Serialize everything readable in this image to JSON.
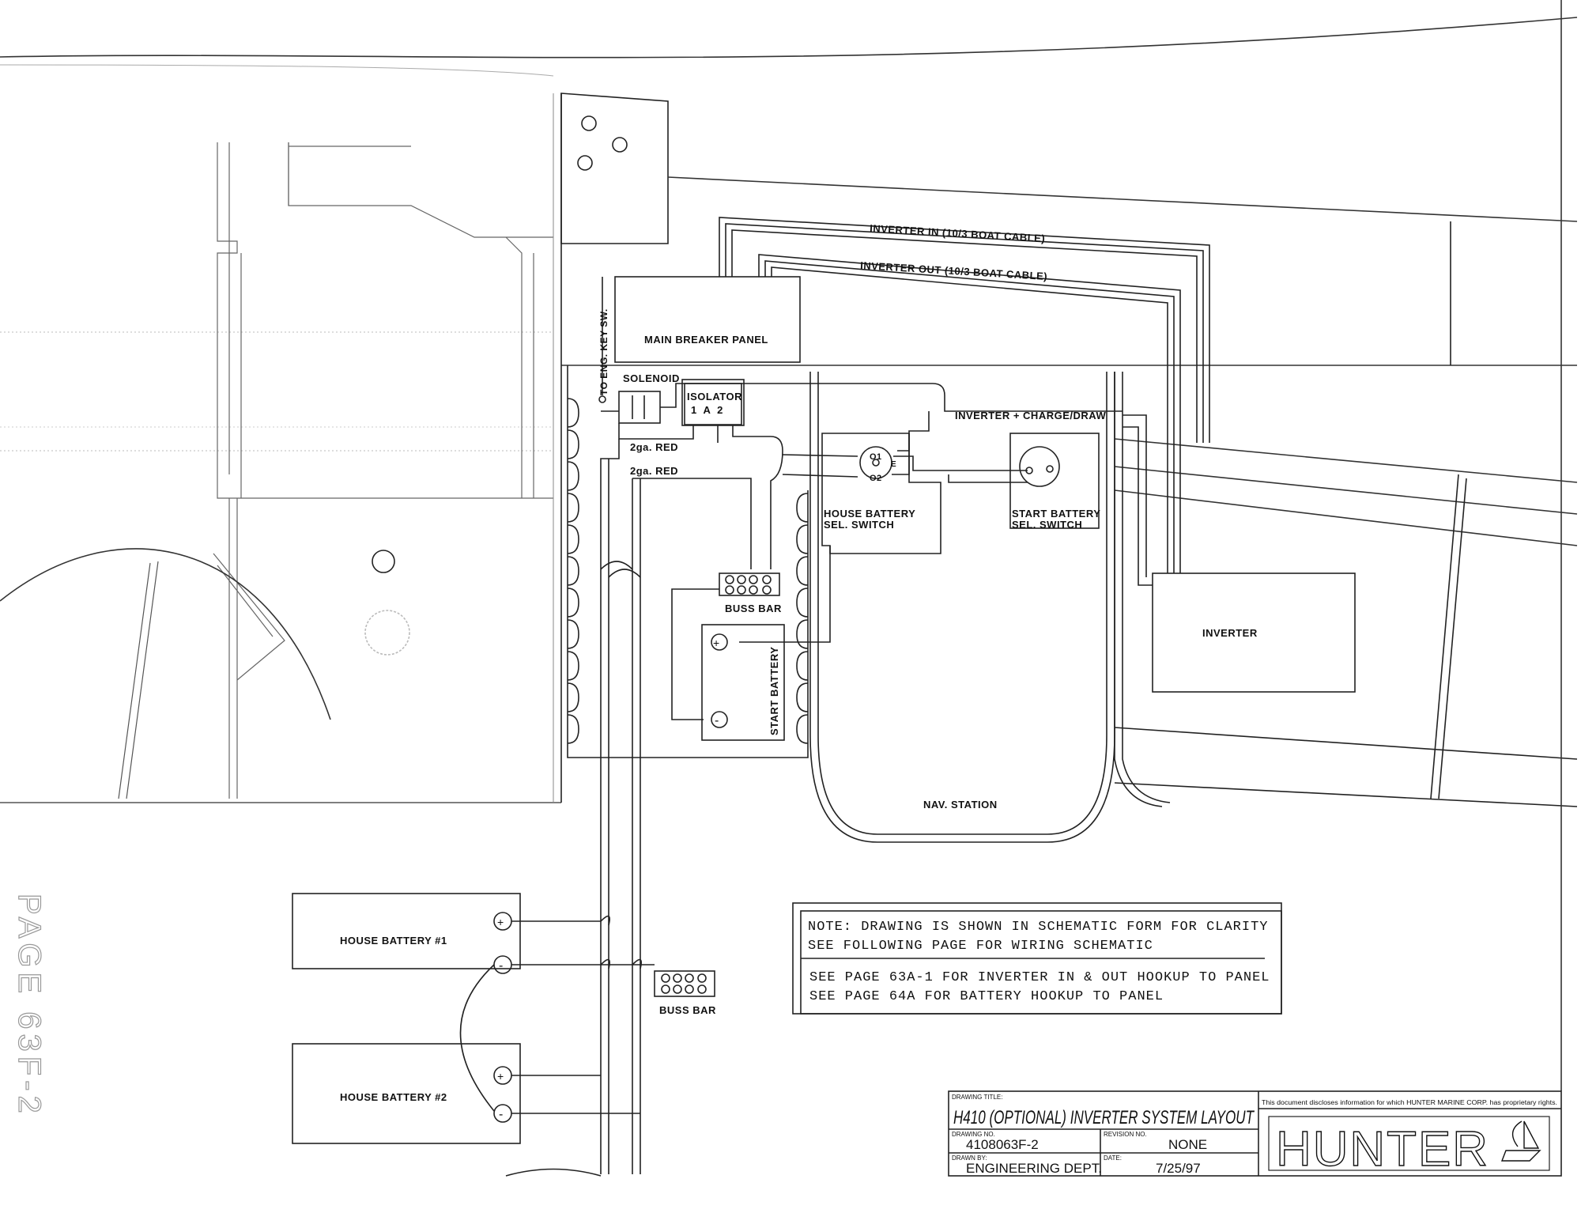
{
  "labels": {
    "inverter_in": "INVERTER IN (10/3 BOAT CABLE)",
    "inverter_out": "INVERTER OUT (10/3 BOAT CABLE)",
    "eng_key_sw": "TO ENG. KEY SW.",
    "main_breaker_panel": "MAIN BREAKER PANEL",
    "solenoid": "SOLENOID",
    "isolator": "ISOLATOR",
    "isolator_terminals": "1  A  2",
    "red_wire_1": "2ga. RED",
    "red_wire_2": "2ga. RED",
    "inverter_charge": "INVERTER + CHARGE/DRAW",
    "house_switch_line1": "HOUSE BATTERY",
    "house_switch_line2": "SEL. SWITCH",
    "start_switch_line1": "START BATTERY",
    "start_switch_line2": "SEL. SWITCH",
    "switch_pos_1": "O1",
    "switch_pos_2": "O2",
    "switch_pos_e": "E",
    "buss_bar_upper": "BUSS BAR",
    "buss_bar_lower": "BUSS BAR",
    "start_battery": "START BATTERY",
    "inverter": "INVERTER",
    "nav_station": "NAV. STATION",
    "house_battery_1": "HOUSE BATTERY #1",
    "house_battery_2": "HOUSE BATTERY #2",
    "plus": "⊕",
    "minus": "⊖"
  },
  "note": {
    "line1": "NOTE: DRAWING IS SHOWN IN SCHEMATIC FORM FOR CLARITY",
    "line2": "SEE FOLLOWING PAGE FOR WIRING SCHEMATIC",
    "line3": "SEE PAGE 63A-1 FOR INVERTER IN & OUT HOOKUP TO PANEL",
    "line4": "SEE PAGE 64A FOR BATTERY HOOKUP TO PANEL"
  },
  "title_block": {
    "drawing_title_label": "DRAWING TITLE:",
    "drawing_title": "H410 (OPTIONAL) INVERTER SYSTEM LAYOUT",
    "drawing_no_label": "DRAWING NO.",
    "drawing_no": "4108063F-2",
    "revision_label": "REVISION NO.",
    "revision": "NONE",
    "drawn_by_label": "DRAWN BY:",
    "drawn_by": "ENGINEERING DEPT.",
    "date_label": "DATE:",
    "date": "7/25/97",
    "disclaimer": "This document discloses information for which HUNTER MARINE CORP. has proprietary rights.",
    "logo_text": "HUNTER"
  },
  "page_label": "PAGE 63F-2"
}
